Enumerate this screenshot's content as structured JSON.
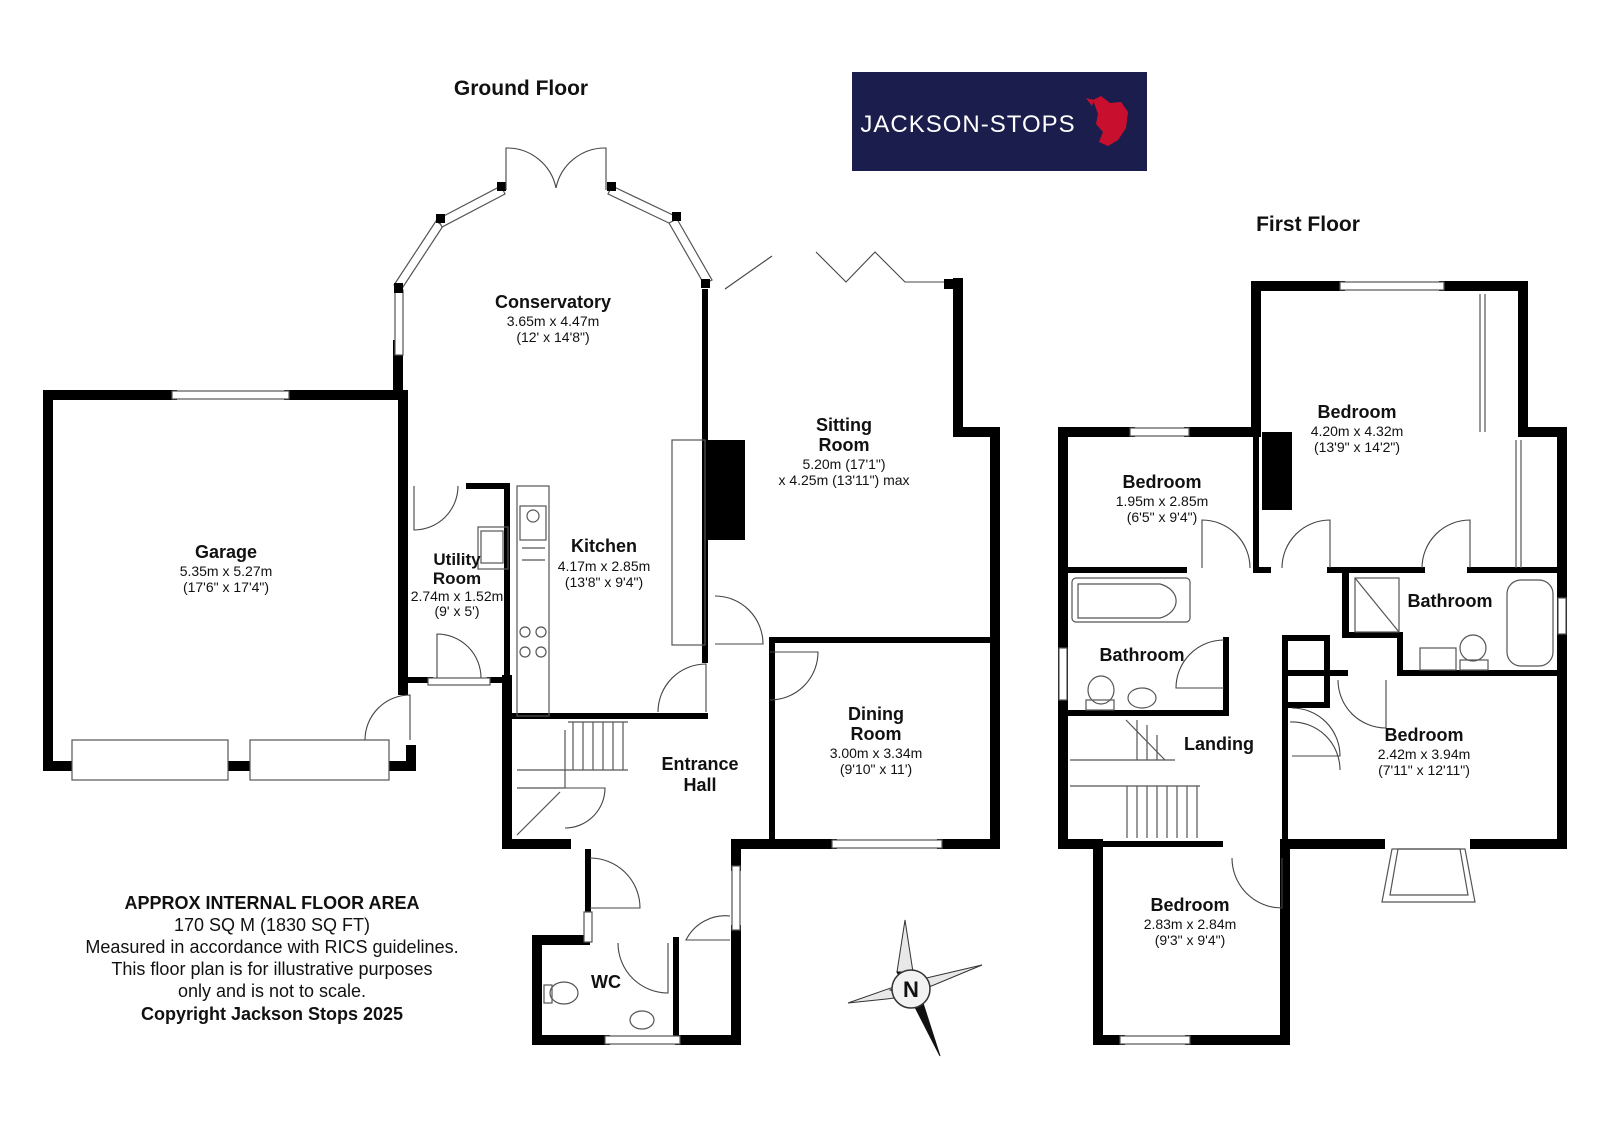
{
  "floors": {
    "ground": "Ground Floor",
    "first": "First Floor"
  },
  "brand": {
    "name": "JACKSON-STOPS",
    "bg_color": "#1b1d4c",
    "text_color": "#ffffff",
    "mark_color": "#c8102e",
    "mark_icon": "fox-head-icon"
  },
  "rooms": {
    "conservatory": {
      "name": "Conservatory",
      "dim1": "3.65m x 4.47m",
      "dim2": "(12' x 14'8\")"
    },
    "sitting": {
      "name1": "Sitting",
      "name2": "Room",
      "dim1": "5.20m (17'1\")",
      "dim2": "x 4.25m (13'11\") max"
    },
    "garage": {
      "name": "Garage",
      "dim1": "5.35m x 5.27m",
      "dim2": "(17'6\" x 17'4\")"
    },
    "utility": {
      "name1": "Utility",
      "name2": "Room",
      "dim1": "2.74m x 1.52m",
      "dim2": "(9' x 5')"
    },
    "kitchen": {
      "name": "Kitchen",
      "dim1": "4.17m x 2.85m",
      "dim2": "(13'8\" x 9'4\")"
    },
    "dining": {
      "name1": "Dining",
      "name2": "Room",
      "dim1": "3.00m x 3.34m",
      "dim2": "(9'10\" x 11')"
    },
    "entrance": {
      "name1": "Entrance",
      "name2": "Hall"
    },
    "wc": {
      "name": "WC"
    },
    "bed_main": {
      "name": "Bedroom",
      "dim1": "4.20m x 4.32m",
      "dim2": "(13'9\" x 14'2\")"
    },
    "bed_small": {
      "name": "Bedroom",
      "dim1": "1.95m x 2.85m",
      "dim2": "(6'5\" x 9'4\")"
    },
    "bath_en": {
      "name": "Bathroom"
    },
    "bath_fam": {
      "name": "Bathroom"
    },
    "landing": {
      "name": "Landing"
    },
    "bed_right": {
      "name": "Bedroom",
      "dim1": "2.42m x 3.94m",
      "dim2": "(7'11\" x 12'11\")"
    },
    "bed_bottom": {
      "name": "Bedroom",
      "dim1": "2.83m x 2.84m",
      "dim2": "(9'3\" x 9'4\")"
    }
  },
  "footnote": {
    "line1": "APPROX INTERNAL FLOOR AREA",
    "line2": "170 SQ M (1830 SQ FT)",
    "line3": "Measured in accordance with RICS guidelines.",
    "line4": "This floor plan is for illustrative purposes",
    "line5": "only and is not to scale.",
    "line6": "Copyright Jackson Stops 2025"
  },
  "compass": {
    "label": "N",
    "icon": "compass-rose-icon"
  }
}
